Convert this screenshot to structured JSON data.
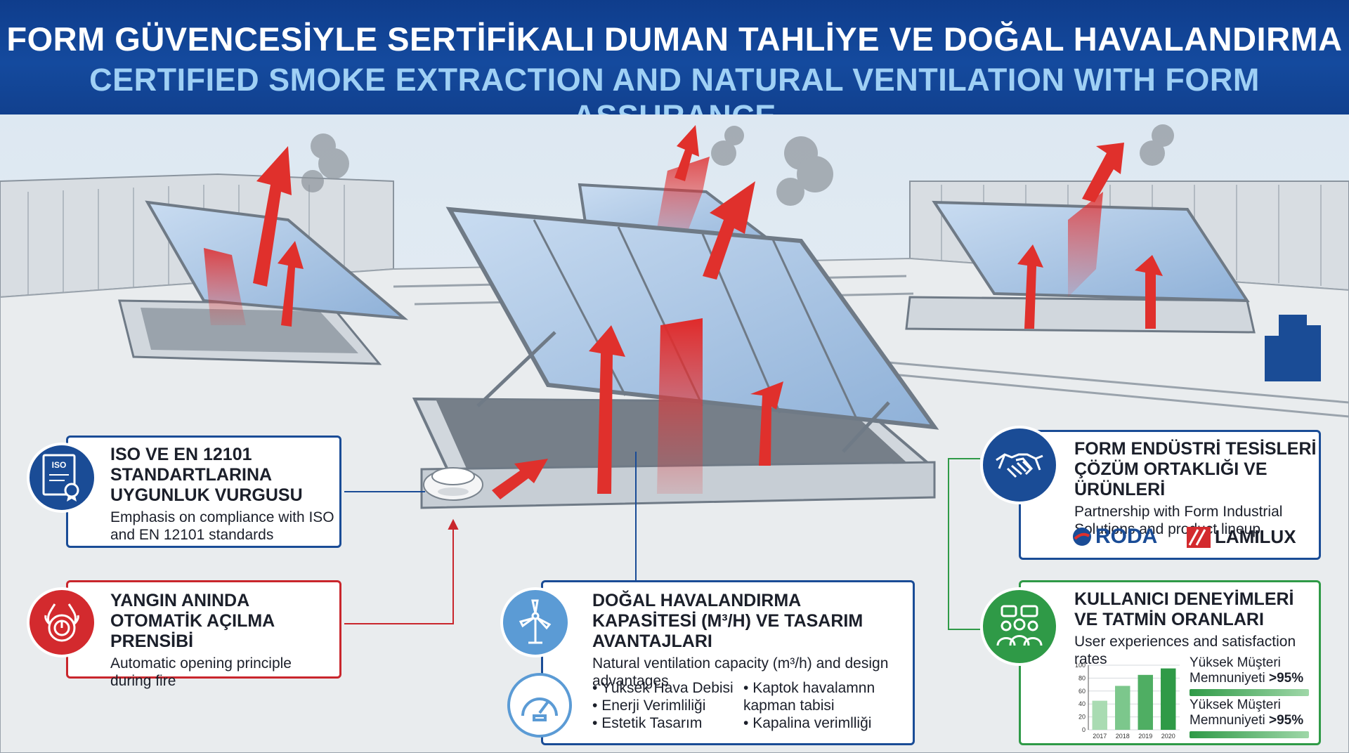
{
  "header": {
    "title_tr": "FORM GÜVENCESİYLE SERTİFİKALI DUMAN TAHLİYE VE DOĞAL HAVALANDIRMA",
    "title_en": "CERTIFIED SMOKE EXTRACTION AND NATURAL VENTILATION WITH FORM ASSURANCE"
  },
  "colors": {
    "blue": "#1a4c96",
    "red": "#c9262c",
    "green": "#2f9a47",
    "header": "#144a9e"
  },
  "iso_card": {
    "icon": "certificate-icon",
    "icon_text": "ISO",
    "title_tr": "ISO VE EN 12101 STANDARTLARINA UYGUNLUK VURGUSU",
    "text_en": "Emphasis on compliance with ISO and EN 12101 standards"
  },
  "fire_card": {
    "icon": "fire-alarm-icon",
    "title_tr": "YANGIN ANINDA OTOMATİK AÇILMA PRENSİBİ",
    "text_en": "Automatic opening principle during fire"
  },
  "vent_card": {
    "icon": "wind-turbine-icon",
    "icon2": "gauge-icon",
    "title_tr": "DOĞAL HAVALANDIRMA KAPASİTESİ (M³/H) VE TASARIM AVANTAJLARI",
    "text_en": "Natural ventilation capacity (m³/h) and design advantages",
    "bullets_left": [
      "Yüksek Hava Debisi",
      "Enerji Verimliliği",
      "Estetik Tasarım"
    ],
    "bullets_right": [
      "Kaptok havalamnn kapman tabisi",
      "Kapalina verimlliği"
    ]
  },
  "partner_card": {
    "icon": "handshake-icon",
    "title_tr": "FORM ENDÜSTRİ TESİSLERİ ÇÖZÜM ORTAKLIĞI VE ÜRÜNLERİ",
    "text_en": "Partnership with Form Industrial Solutions and product lineup",
    "logos": [
      "RODA",
      "LAMILUX"
    ]
  },
  "user_card": {
    "icon": "user-group-icon",
    "title_tr": "KULLANICI DENEYİMLERİ VE TATMİN ORANLARI",
    "text_en": "User experiences and satisfaction rates",
    "sat_1_label": "Yüksek Müşteri Memnuniyeti",
    "sat_1_value": ">95%",
    "sat_2_label": "Yüksek Müşteri Memnuniyeti",
    "sat_2_value": ">95%"
  },
  "chart_data": {
    "type": "bar",
    "categories": [
      "2017",
      "2018",
      "2019",
      "2020"
    ],
    "values": [
      45,
      68,
      85,
      95
    ],
    "yticks": [
      "0",
      "20",
      "40",
      "60",
      "80",
      "100"
    ],
    "ylim": [
      0,
      100
    ],
    "grid": true
  }
}
